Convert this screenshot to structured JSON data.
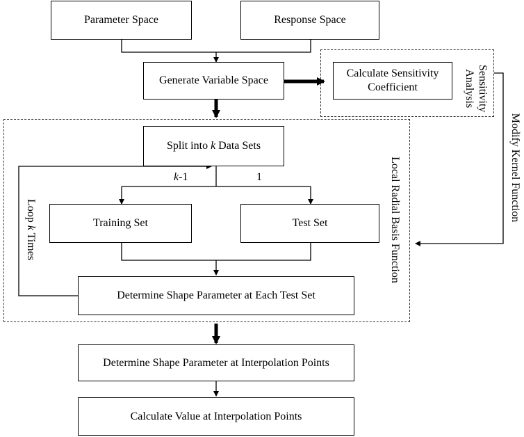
{
  "boxes": {
    "parameter_space": "Parameter Space",
    "response_space": "Response Space",
    "generate_variable_space": "Generate Variable Space",
    "calc_sensitivity_line1": "Calculate Sensitivity",
    "calc_sensitivity_line2": "Coefficient",
    "split_prefix": "Split into ",
    "split_k": "k",
    "split_suffix": " Data Sets",
    "training_set": "Training Set",
    "test_set": "Test Set",
    "determine_each_test": "Determine Shape Parameter at Each Test Set",
    "determine_interp": "Determine Shape Parameter at Interpolation Points",
    "calc_value": "Calculate Value at Interpolation Points"
  },
  "labels": {
    "sensitivity_line1": "Sensitivity",
    "sensitivity_line2": "Analysis",
    "modify_kernel": "Modify Kernel Function",
    "local_rbf": "Local Radial Basis Function",
    "loop_prefix": "Loop ",
    "loop_k": "k",
    "loop_suffix": " Times",
    "k_minus_k": "k",
    "k_minus_rest": "-1",
    "one": "1"
  }
}
